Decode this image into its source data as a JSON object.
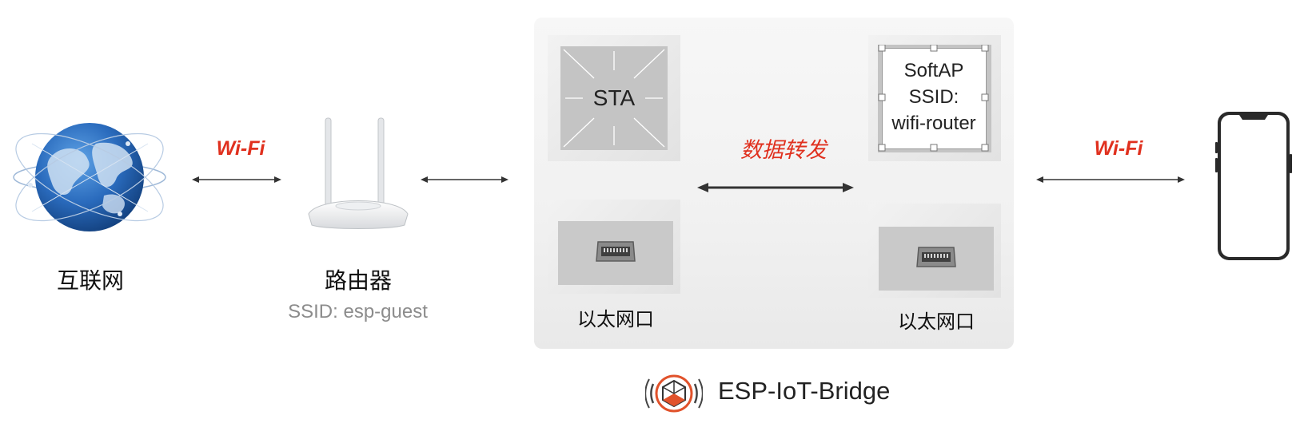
{
  "nodes": {
    "internet": {
      "label": "互联网"
    },
    "router": {
      "label": "路由器",
      "ssid": "SSID: esp-guest"
    },
    "sta": {
      "label": "STA"
    },
    "softap": {
      "line1": "SoftAP",
      "line2": "SSID:",
      "line3": "wifi-router"
    },
    "eth_left": {
      "label": "以太网口"
    },
    "eth_right": {
      "label": "以太网口"
    },
    "bridge": {
      "label": "ESP-IoT-Bridge"
    }
  },
  "links": {
    "wifi_left": "Wi-Fi",
    "forward": "数据转发",
    "wifi_right": "Wi-Fi"
  },
  "colors": {
    "accent_red": "#e0301e",
    "label_gray": "#8c8c8c",
    "arrow": "#333333",
    "logo_orange": "#e1522b"
  },
  "icons": [
    "globe-icon",
    "router-icon",
    "ethernet-port-icon",
    "smartphone-icon",
    "esp-iot-bridge-logo-icon"
  ]
}
